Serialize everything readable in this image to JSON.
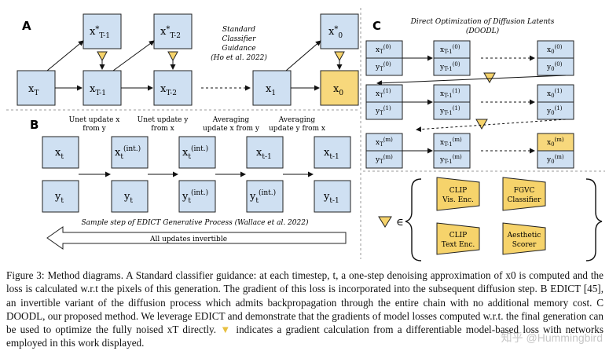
{
  "panels": {
    "A": {
      "label": "A",
      "guidance_note": [
        "Standard",
        "Classifier",
        "Guidance",
        "(Ho et al. 2022)"
      ],
      "top_nodes": [
        "x*T-1",
        "x*T-2",
        "x*0"
      ],
      "bottom_nodes": [
        "xT",
        "xT-1",
        "xT-2",
        "x1",
        "x0"
      ]
    },
    "B": {
      "label": "B",
      "step_labels": [
        [
          "Unet update x",
          "from y"
        ],
        [
          "Unet update y",
          "from x"
        ],
        [
          "Averaging",
          "update x from y"
        ],
        [
          "Averaging",
          "update y from x"
        ]
      ],
      "row_x": [
        "xt",
        "xt(int.)",
        "xt(int.)",
        "xt-1",
        "xt-1"
      ],
      "row_y": [
        "yt",
        "yt",
        "yt(int.)",
        "yt(int.)",
        "yt-1"
      ],
      "sample_caption": "Sample step of EDICT Generative Process (Wallace et al. 2022)",
      "invertible_note": "All updates invertible"
    },
    "C": {
      "label": "C",
      "title": [
        "Direct Optimization of Diffusion Latents",
        "(DOODL)"
      ],
      "rows": [
        {
          "super": "(0)",
          "labels": [
            "xT(0) yT(0)",
            "xT-1(0) yT-1(0)",
            "x0(0) y0(0)"
          ]
        },
        {
          "super": "(1)",
          "labels": [
            "xT(1) yT(1)",
            "xT-1(1) yT-1(1)",
            "x0(1) y0(1)"
          ]
        },
        {
          "super": "(m)",
          "labels": [
            "xT(m) yT(m)",
            "xT-1(m) yT-1(m)",
            "x0(m) y0(m)"
          ]
        }
      ],
      "membership": "∈",
      "models": [
        [
          "CLIP",
          "Vis. Enc."
        ],
        [
          "FGVC",
          "Classifier"
        ],
        [
          "CLIP",
          "Text Enc."
        ],
        [
          "Aesthetic",
          "Scorer"
        ]
      ]
    }
  },
  "caption": {
    "figure_label": "Figure 3:",
    "text": "Method diagrams. A Standard classifier guidance: at each timestep, t, a one-step denoising approximation of x0 is computed and the loss is calculated w.r.t the pixels of this generation. The gradient of this loss is incorporated into the subsequent diffusion step. B EDICT [45], an invertible variant of the diffusion process which admits backpropagation through the entire chain with no additional memory cost. C DOODL, our proposed method. We leverage EDICT and demonstrate that the gradients of model losses computed w.r.t. the final generation can be used to optimize the fully noised xT directly.",
    "last_line": "indicates a gradient calculation from a differentiable model-based loss with networks employed in this work displayed."
  },
  "watermark": "知乎 @Hummingbird"
}
